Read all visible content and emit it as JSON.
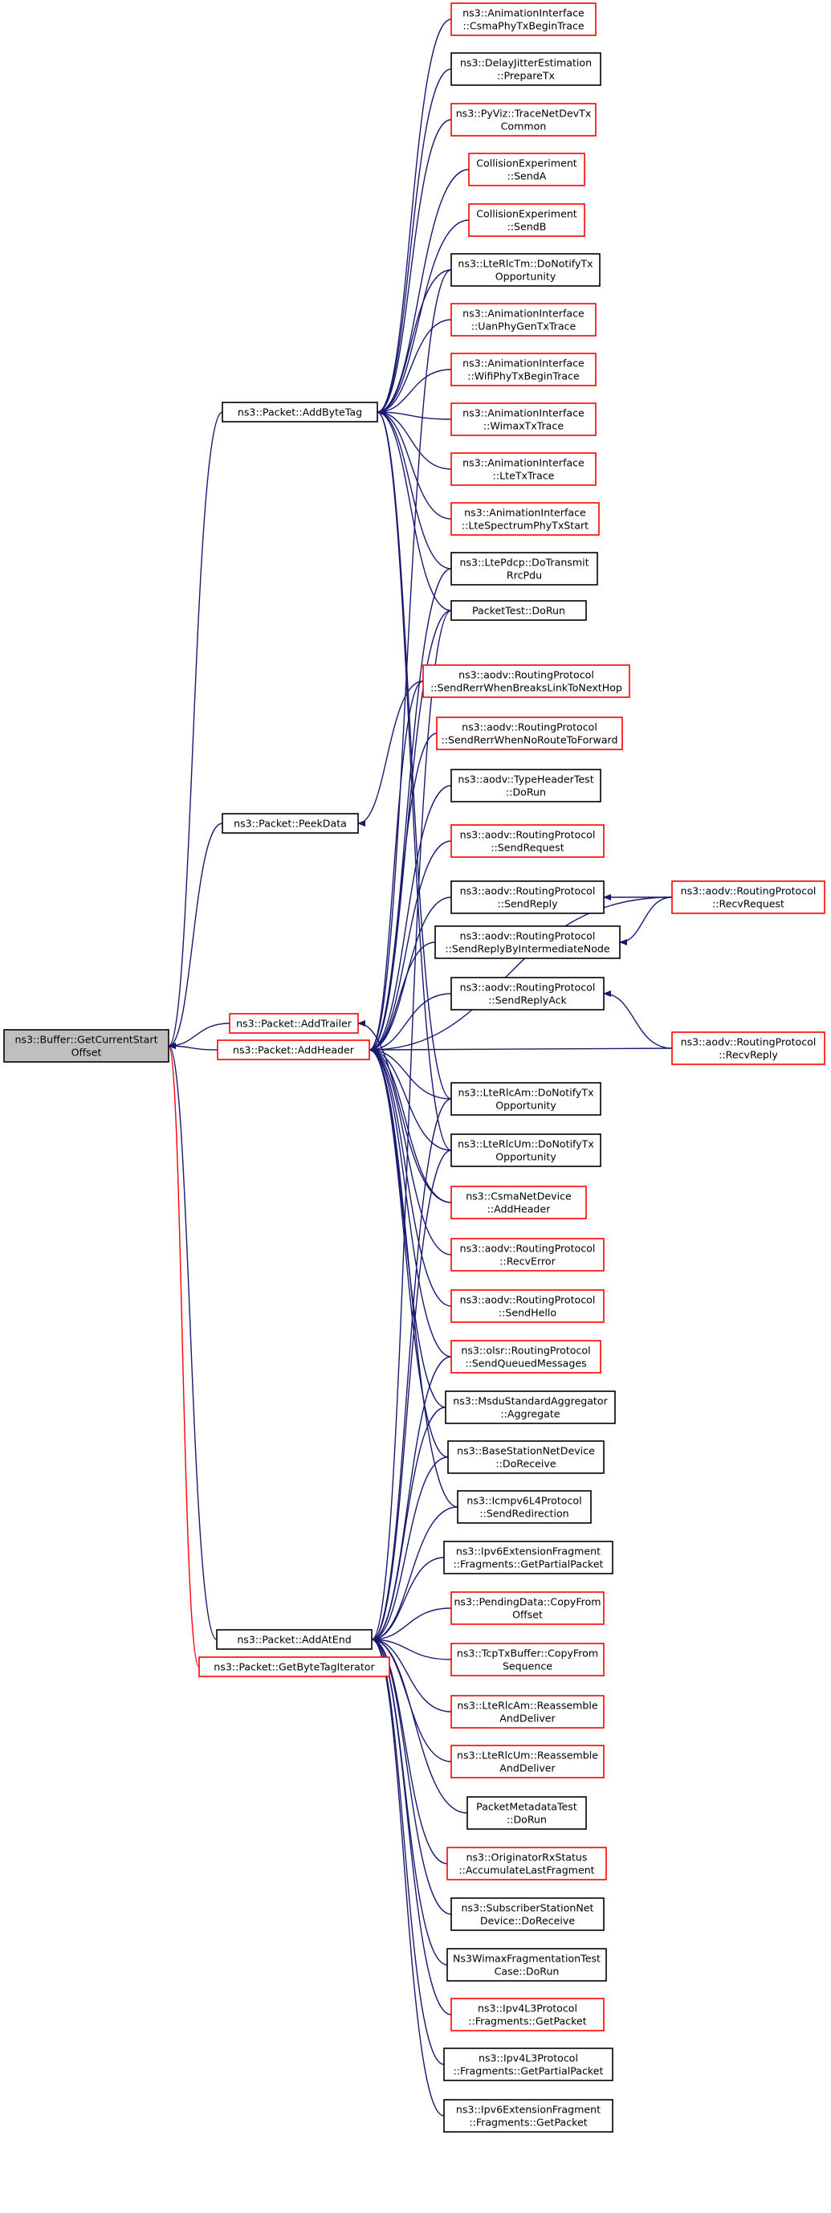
{
  "nodes": [
    {
      "id": "root",
      "lines": [
        "ns3::Buffer::GetCurrentStart",
        "Offset"
      ],
      "border": "root"
    },
    {
      "id": "addbytetag",
      "lines": [
        "ns3::Packet::AddByteTag"
      ],
      "border": "black"
    },
    {
      "id": "peekdata",
      "lines": [
        "ns3::Packet::PeekData"
      ],
      "border": "black"
    },
    {
      "id": "addtrailer",
      "lines": [
        "ns3::Packet::AddTrailer"
      ],
      "border": "red"
    },
    {
      "id": "addheader",
      "lines": [
        "ns3::Packet::AddHeader"
      ],
      "border": "red"
    },
    {
      "id": "addatend",
      "lines": [
        "ns3::Packet::AddAtEnd"
      ],
      "border": "black"
    },
    {
      "id": "getbytetagiter",
      "lines": [
        "ns3::Packet::GetByteTagIterator"
      ],
      "border": "red"
    },
    {
      "id": "csmaphytx",
      "lines": [
        "ns3::AnimationInterface",
        "::CsmaPhyTxBeginTrace"
      ],
      "border": "red"
    },
    {
      "id": "delayjitter",
      "lines": [
        "ns3::DelayJitterEstimation",
        "::PrepareTx"
      ],
      "border": "black"
    },
    {
      "id": "pyviz",
      "lines": [
        "ns3::PyViz::TraceNetDevTx",
        "Common"
      ],
      "border": "red"
    },
    {
      "id": "senda",
      "lines": [
        "CollisionExperiment",
        "::SendA"
      ],
      "border": "red"
    },
    {
      "id": "sendb",
      "lines": [
        "CollisionExperiment",
        "::SendB"
      ],
      "border": "red"
    },
    {
      "id": "lterlctm",
      "lines": [
        "ns3::LteRlcTm::DoNotifyTx",
        "Opportunity"
      ],
      "border": "black"
    },
    {
      "id": "uanphy",
      "lines": [
        "ns3::AnimationInterface",
        "::UanPhyGenTxTrace"
      ],
      "border": "red"
    },
    {
      "id": "wifiphy",
      "lines": [
        "ns3::AnimationInterface",
        "::WifiPhyTxBeginTrace"
      ],
      "border": "red"
    },
    {
      "id": "wimaxtx",
      "lines": [
        "ns3::AnimationInterface",
        "::WimaxTxTrace"
      ],
      "border": "red"
    },
    {
      "id": "ltetx",
      "lines": [
        "ns3::AnimationInterface",
        "::LteTxTrace"
      ],
      "border": "red"
    },
    {
      "id": "ltespectrum",
      "lines": [
        "ns3::AnimationInterface",
        "::LteSpectrumPhyTxStart"
      ],
      "border": "red"
    },
    {
      "id": "ltepdcp",
      "lines": [
        "ns3::LtePdcp::DoTransmit",
        "RrcPdu"
      ],
      "border": "black"
    },
    {
      "id": "packettest",
      "lines": [
        "PacketTest::DoRun"
      ],
      "border": "black"
    },
    {
      "id": "sendrerrbreaks",
      "lines": [
        "ns3::aodv::RoutingProtocol",
        "::SendRerrWhenBreaksLinkToNextHop"
      ],
      "border": "red"
    },
    {
      "id": "sendrerrnoroute",
      "lines": [
        "ns3::aodv::RoutingProtocol",
        "::SendRerrWhenNoRouteToForward"
      ],
      "border": "red"
    },
    {
      "id": "typeheadertest",
      "lines": [
        "ns3::aodv::TypeHeaderTest",
        "::DoRun"
      ],
      "border": "black"
    },
    {
      "id": "sendrequest",
      "lines": [
        "ns3::aodv::RoutingProtocol",
        "::SendRequest"
      ],
      "border": "red"
    },
    {
      "id": "sendreply",
      "lines": [
        "ns3::aodv::RoutingProtocol",
        "::SendReply"
      ],
      "border": "black"
    },
    {
      "id": "sendreplyinter",
      "lines": [
        "ns3::aodv::RoutingProtocol",
        "::SendReplyByIntermediateNode"
      ],
      "border": "black"
    },
    {
      "id": "sendreplyack",
      "lines": [
        "ns3::aodv::RoutingProtocol",
        "::SendReplyAck"
      ],
      "border": "black"
    },
    {
      "id": "recvrequest",
      "lines": [
        "ns3::aodv::RoutingProtocol",
        "::RecvRequest"
      ],
      "border": "red"
    },
    {
      "id": "recvreply",
      "lines": [
        "ns3::aodv::RoutingProtocol",
        "::RecvReply"
      ],
      "border": "red"
    },
    {
      "id": "lterlcam",
      "lines": [
        "ns3::LteRlcAm::DoNotifyTx",
        "Opportunity"
      ],
      "border": "black"
    },
    {
      "id": "lterlcum",
      "lines": [
        "ns3::LteRlcUm::DoNotifyTx",
        "Opportunity"
      ],
      "border": "black"
    },
    {
      "id": "csmaaddheader",
      "lines": [
        "ns3::CsmaNetDevice",
        "::AddHeader"
      ],
      "border": "red"
    },
    {
      "id": "recverror",
      "lines": [
        "ns3::aodv::RoutingProtocol",
        "::RecvError"
      ],
      "border": "red"
    },
    {
      "id": "sendhello",
      "lines": [
        "ns3::aodv::RoutingProtocol",
        "::SendHello"
      ],
      "border": "red"
    },
    {
      "id": "olsrqueued",
      "lines": [
        "ns3::olsr::RoutingProtocol",
        "::SendQueuedMessages"
      ],
      "border": "red"
    },
    {
      "id": "msduaggregate",
      "lines": [
        "ns3::MsduStandardAggregator",
        "::Aggregate"
      ],
      "border": "black"
    },
    {
      "id": "bsdoreceive",
      "lines": [
        "ns3::BaseStationNetDevice",
        "::DoReceive"
      ],
      "border": "black"
    },
    {
      "id": "icmpv6redirect",
      "lines": [
        "ns3::Icmpv6L4Protocol",
        "::SendRedirection"
      ],
      "border": "black"
    },
    {
      "id": "ipv6fragpartial",
      "lines": [
        "ns3::Ipv6ExtensionFragment",
        "::Fragments::GetPartialPacket"
      ],
      "border": "black"
    },
    {
      "id": "pendingdata",
      "lines": [
        "ns3::PendingData::CopyFrom",
        "Offset"
      ],
      "border": "red"
    },
    {
      "id": "tcptxbuffer",
      "lines": [
        "ns3::TcpTxBuffer::CopyFrom",
        "Sequence"
      ],
      "border": "red"
    },
    {
      "id": "lterlcamreasm",
      "lines": [
        "ns3::LteRlcAm::Reassemble",
        "AndDeliver"
      ],
      "border": "red"
    },
    {
      "id": "lterlcumreasm",
      "lines": [
        "ns3::LteRlcUm::Reassemble",
        "AndDeliver"
      ],
      "border": "red"
    },
    {
      "id": "metadatatest",
      "lines": [
        "PacketMetadataTest",
        "::DoRun"
      ],
      "border": "black"
    },
    {
      "id": "originatorrx",
      "lines": [
        "ns3::OriginatorRxStatus",
        "::AccumulateLastFragment"
      ],
      "border": "red"
    },
    {
      "id": "ssdoreceive",
      "lines": [
        "ns3::SubscriberStationNet",
        "Device::DoReceive"
      ],
      "border": "black"
    },
    {
      "id": "wimaxfragtest",
      "lines": [
        "Ns3WimaxFragmentationTest",
        "Case::DoRun"
      ],
      "border": "black"
    },
    {
      "id": "ipv4getpacket",
      "lines": [
        "ns3::Ipv4L3Protocol",
        "::Fragments::GetPacket"
      ],
      "border": "red"
    },
    {
      "id": "ipv4partial",
      "lines": [
        "ns3::Ipv4L3Protocol",
        "::Fragments::GetPartialPacket"
      ],
      "border": "black"
    },
    {
      "id": "ipv6getpacket",
      "lines": [
        "ns3::Ipv6ExtensionFragment",
        "::Fragments::GetPacket"
      ],
      "border": "black"
    }
  ],
  "edges": [
    [
      "addbytetag",
      "root"
    ],
    [
      "peekdata",
      "root"
    ],
    [
      "addtrailer",
      "root"
    ],
    [
      "addheader",
      "root"
    ],
    [
      "addatend",
      "root"
    ],
    [
      "getbytetagiter",
      "root"
    ],
    [
      "csmaphytx",
      "addbytetag"
    ],
    [
      "delayjitter",
      "addbytetag"
    ],
    [
      "pyviz",
      "addbytetag"
    ],
    [
      "senda",
      "addbytetag"
    ],
    [
      "sendb",
      "addbytetag"
    ],
    [
      "lterlctm",
      "addbytetag"
    ],
    [
      "uanphy",
      "addbytetag"
    ],
    [
      "wifiphy",
      "addbytetag"
    ],
    [
      "wimaxtx",
      "addbytetag"
    ],
    [
      "ltetx",
      "addbytetag"
    ],
    [
      "ltespectrum",
      "addbytetag"
    ],
    [
      "ltepdcp",
      "addbytetag"
    ],
    [
      "packettest",
      "addbytetag"
    ],
    [
      "lterlcam",
      "addbytetag"
    ],
    [
      "lterlcum",
      "addbytetag"
    ],
    [
      "sendrerrbreaks",
      "peekdata"
    ],
    [
      "csmaaddheader",
      "addtrailer"
    ],
    [
      "ltepdcp",
      "addheader"
    ],
    [
      "packettest",
      "addheader"
    ],
    [
      "sendrerrbreaks",
      "addheader"
    ],
    [
      "sendrerrnoroute",
      "addheader"
    ],
    [
      "typeheadertest",
      "addheader"
    ],
    [
      "sendrequest",
      "addheader"
    ],
    [
      "sendreply",
      "addheader"
    ],
    [
      "sendreplyinter",
      "addheader"
    ],
    [
      "sendreplyack",
      "addheader"
    ],
    [
      "recvreply",
      "addheader"
    ],
    [
      "lterlcam",
      "addheader"
    ],
    [
      "lterlcum",
      "addheader"
    ],
    [
      "csmaaddheader",
      "addheader"
    ],
    [
      "recverror",
      "addheader"
    ],
    [
      "sendhello",
      "addheader"
    ],
    [
      "olsrqueued",
      "addheader"
    ],
    [
      "msduaggregate",
      "addheader"
    ],
    [
      "bsdoreceive",
      "addheader"
    ],
    [
      "icmpv6redirect",
      "addheader"
    ],
    [
      "lterlctm",
      "addheader"
    ],
    [
      "recvrequest",
      "addheader"
    ],
    [
      "recvrequest",
      "sendreply"
    ],
    [
      "recvrequest",
      "sendreplyinter"
    ],
    [
      "recvreply",
      "sendreplyack"
    ],
    [
      "packettest",
      "addatend"
    ],
    [
      "lterlcam",
      "addatend"
    ],
    [
      "lterlcum",
      "addatend"
    ],
    [
      "olsrqueued",
      "addatend"
    ],
    [
      "msduaggregate",
      "addatend"
    ],
    [
      "bsdoreceive",
      "addatend"
    ],
    [
      "icmpv6redirect",
      "addatend"
    ],
    [
      "ipv6fragpartial",
      "addatend"
    ],
    [
      "pendingdata",
      "addatend"
    ],
    [
      "tcptxbuffer",
      "addatend"
    ],
    [
      "lterlcamreasm",
      "addatend"
    ],
    [
      "lterlcumreasm",
      "addatend"
    ],
    [
      "metadatatest",
      "addatend"
    ],
    [
      "originatorrx",
      "addatend"
    ],
    [
      "ssdoreceive",
      "addatend"
    ],
    [
      "wimaxfragtest",
      "addatend"
    ],
    [
      "ipv4getpacket",
      "addatend"
    ],
    [
      "ipv4partial",
      "addatend"
    ],
    [
      "ipv6getpacket",
      "addatend"
    ]
  ]
}
